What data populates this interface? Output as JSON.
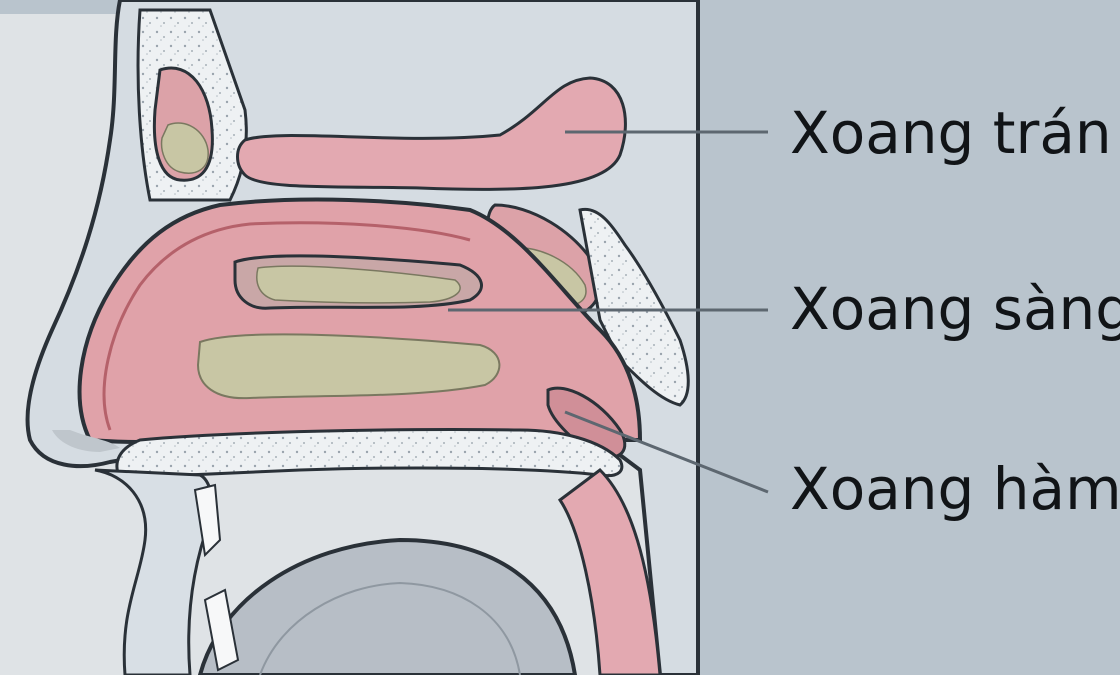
{
  "labels": {
    "frontal_sinus": "Xoang trán",
    "ethmoid_sinus": "Xoang sàng",
    "maxillary_sinus": "Xoang hàm"
  },
  "colors": {
    "background": "#b9c4cd",
    "panel": "#dfe3e6",
    "tissue": "#e2aab0",
    "tissue_dark": "#b5616a",
    "mucus": "#c8c6a4",
    "bone": "#edf0f2",
    "outline": "#2a3138",
    "leader_line": "#5d6770"
  }
}
